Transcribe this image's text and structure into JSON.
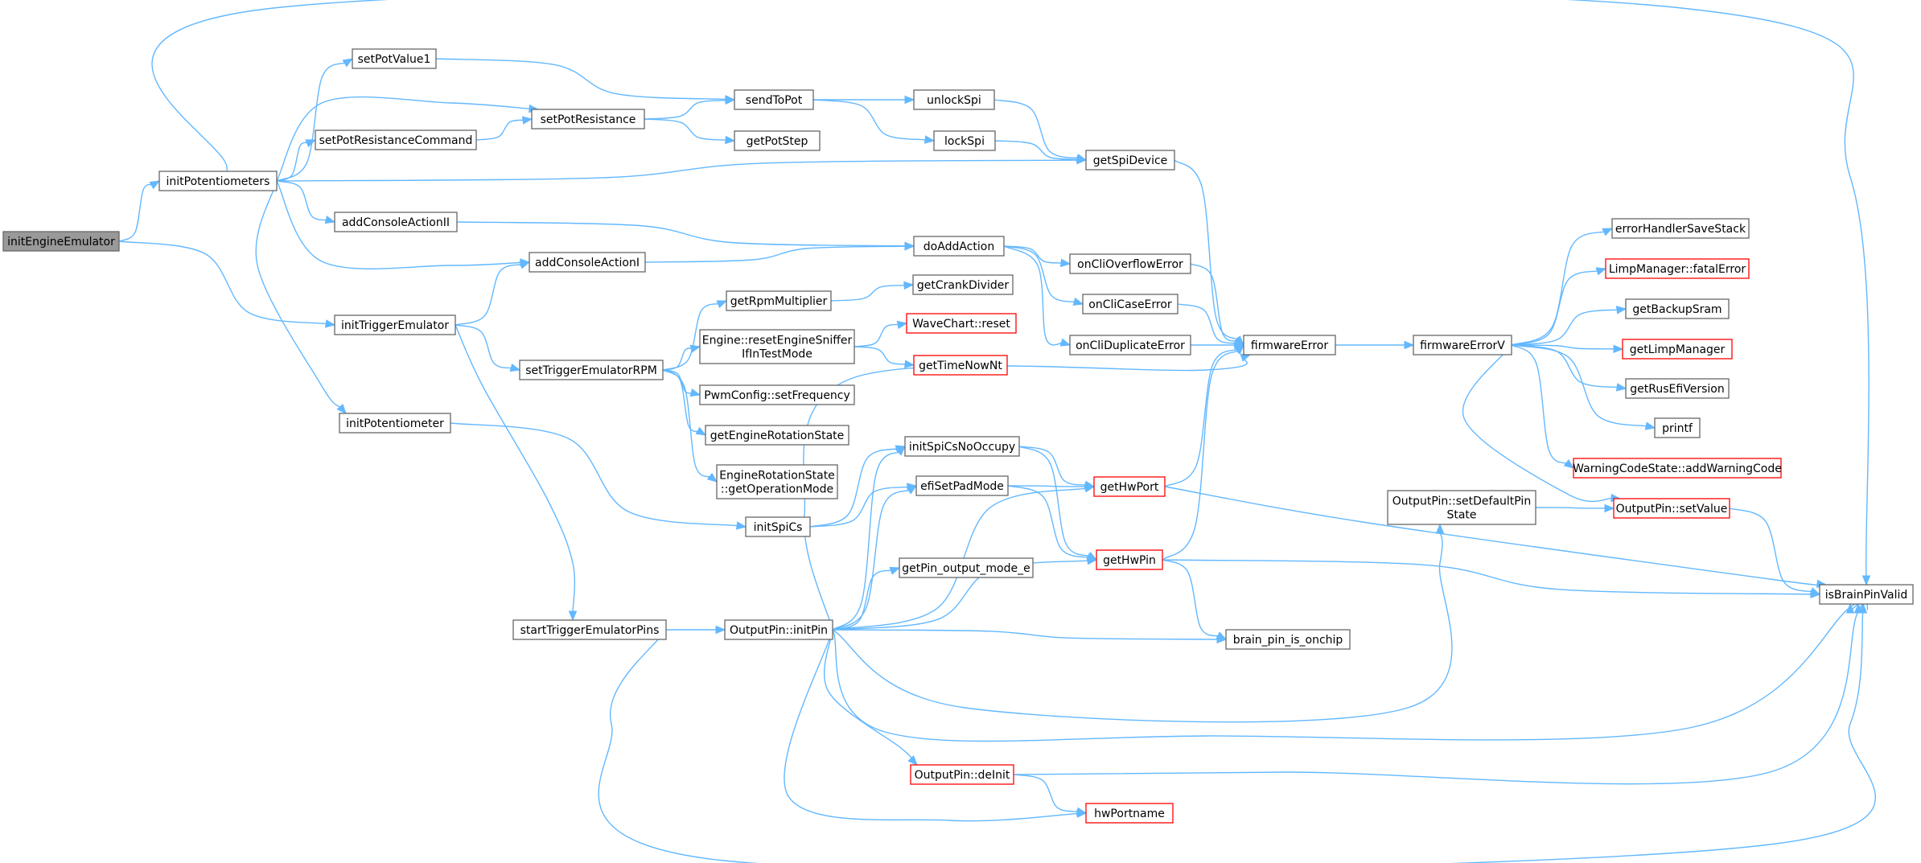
{
  "title": "Call graph of initEngineEmulator",
  "edge_color": "#63b8ff",
  "root_fill": "#999999",
  "external_border": "#ff0000",
  "nodes": [
    {
      "id": "initEngineEmulator",
      "lines": [
        "initEngineEmulator"
      ],
      "kind": "root"
    },
    {
      "id": "initPotentiometers",
      "lines": [
        "initPotentiometers"
      ],
      "kind": "normal"
    },
    {
      "id": "setPotValue1",
      "lines": [
        "setPotValue1"
      ],
      "kind": "normal"
    },
    {
      "id": "setPotResistanceCommand",
      "lines": [
        "setPotResistanceCommand"
      ],
      "kind": "normal"
    },
    {
      "id": "setPotResistance",
      "lines": [
        "setPotResistance"
      ],
      "kind": "normal"
    },
    {
      "id": "sendToPot",
      "lines": [
        "sendToPot"
      ],
      "kind": "normal"
    },
    {
      "id": "getPotStep",
      "lines": [
        "getPotStep"
      ],
      "kind": "normal"
    },
    {
      "id": "unlockSpi",
      "lines": [
        "unlockSpi"
      ],
      "kind": "normal"
    },
    {
      "id": "lockSpi",
      "lines": [
        "lockSpi"
      ],
      "kind": "normal"
    },
    {
      "id": "getSpiDevice",
      "lines": [
        "getSpiDevice"
      ],
      "kind": "normal"
    },
    {
      "id": "addConsoleActionII",
      "lines": [
        "addConsoleActionII"
      ],
      "kind": "normal"
    },
    {
      "id": "addConsoleActionI",
      "lines": [
        "addConsoleActionI"
      ],
      "kind": "normal"
    },
    {
      "id": "doAddAction",
      "lines": [
        "doAddAction"
      ],
      "kind": "normal"
    },
    {
      "id": "onCliOverflowError",
      "lines": [
        "onCliOverflowError"
      ],
      "kind": "normal"
    },
    {
      "id": "onCliCaseError",
      "lines": [
        "onCliCaseError"
      ],
      "kind": "normal"
    },
    {
      "id": "onCliDuplicateError",
      "lines": [
        "onCliDuplicateError"
      ],
      "kind": "normal"
    },
    {
      "id": "firmwareError",
      "lines": [
        "firmwareError"
      ],
      "kind": "normal"
    },
    {
      "id": "firmwareErrorV",
      "lines": [
        "firmwareErrorV"
      ],
      "kind": "normal"
    },
    {
      "id": "initTriggerEmulator",
      "lines": [
        "initTriggerEmulator"
      ],
      "kind": "normal"
    },
    {
      "id": "setTriggerEmulatorRPM",
      "lines": [
        "setTriggerEmulatorRPM"
      ],
      "kind": "normal"
    },
    {
      "id": "getRpmMultiplier",
      "lines": [
        "getRpmMultiplier"
      ],
      "kind": "normal"
    },
    {
      "id": "getCrankDivider",
      "lines": [
        "getCrankDivider"
      ],
      "kind": "normal"
    },
    {
      "id": "resetEngineSniffer",
      "lines": [
        "Engine::resetEngineSniffer",
        "IfInTestMode"
      ],
      "kind": "normal"
    },
    {
      "id": "waveChartReset",
      "lines": [
        "WaveChart::reset"
      ],
      "kind": "external"
    },
    {
      "id": "getTimeNowNt",
      "lines": [
        "getTimeNowNt"
      ],
      "kind": "external"
    },
    {
      "id": "pwmSetFrequency",
      "lines": [
        "PwmConfig::setFrequency"
      ],
      "kind": "normal"
    },
    {
      "id": "getEngineRotationState",
      "lines": [
        "getEngineRotationState"
      ],
      "kind": "normal"
    },
    {
      "id": "getOperationMode",
      "lines": [
        "EngineRotationState",
        "::getOperationMode"
      ],
      "kind": "normal"
    },
    {
      "id": "initPotentiometer",
      "lines": [
        "initPotentiometer"
      ],
      "kind": "normal"
    },
    {
      "id": "initSpiCs",
      "lines": [
        "initSpiCs"
      ],
      "kind": "normal"
    },
    {
      "id": "initSpiCsNoOccupy",
      "lines": [
        "initSpiCsNoOccupy"
      ],
      "kind": "normal"
    },
    {
      "id": "efiSetPadMode",
      "lines": [
        "efiSetPadMode"
      ],
      "kind": "normal"
    },
    {
      "id": "getHwPort",
      "lines": [
        "getHwPort"
      ],
      "kind": "external"
    },
    {
      "id": "getHwPin",
      "lines": [
        "getHwPin"
      ],
      "kind": "external"
    },
    {
      "id": "getPinOutputMode",
      "lines": [
        "getPin_output_mode_e"
      ],
      "kind": "normal"
    },
    {
      "id": "startTriggerEmulatorPins",
      "lines": [
        "startTriggerEmulatorPins"
      ],
      "kind": "normal"
    },
    {
      "id": "outputPinInitPin",
      "lines": [
        "OutputPin::initPin"
      ],
      "kind": "normal"
    },
    {
      "id": "brainPinIsOnchip",
      "lines": [
        "brain_pin_is_onchip"
      ],
      "kind": "normal"
    },
    {
      "id": "outputPinDeInit",
      "lines": [
        "OutputPin::deInit"
      ],
      "kind": "external"
    },
    {
      "id": "hwPortname",
      "lines": [
        "hwPortname"
      ],
      "kind": "external"
    },
    {
      "id": "setDefaultPinState",
      "lines": [
        "OutputPin::setDefaultPin",
        "State"
      ],
      "kind": "normal"
    },
    {
      "id": "outputPinSetValue",
      "lines": [
        "OutputPin::setValue"
      ],
      "kind": "external"
    },
    {
      "id": "errorHandlerSaveStack",
      "lines": [
        "errorHandlerSaveStack"
      ],
      "kind": "normal"
    },
    {
      "id": "limpFatalError",
      "lines": [
        "LimpManager::fatalError"
      ],
      "kind": "external"
    },
    {
      "id": "getBackupSram",
      "lines": [
        "getBackupSram"
      ],
      "kind": "normal"
    },
    {
      "id": "getLimpManager",
      "lines": [
        "getLimpManager"
      ],
      "kind": "external"
    },
    {
      "id": "getRusEfiVersion",
      "lines": [
        "getRusEfiVersion"
      ],
      "kind": "normal"
    },
    {
      "id": "printf",
      "lines": [
        "printf"
      ],
      "kind": "normal"
    },
    {
      "id": "addWarningCode",
      "lines": [
        "WarningCodeState::addWarningCode"
      ],
      "kind": "external"
    },
    {
      "id": "isBrainPinValid",
      "lines": [
        "isBrainPinValid"
      ],
      "kind": "normal"
    }
  ],
  "edges": [
    [
      "initEngineEmulator",
      "initPotentiometers"
    ],
    [
      "initEngineEmulator",
      "initTriggerEmulator"
    ],
    [
      "initPotentiometers",
      "setPotValue1"
    ],
    [
      "initPotentiometers",
      "setPotResistance"
    ],
    [
      "initPotentiometers",
      "setPotResistanceCommand"
    ],
    [
      "initPotentiometers",
      "getSpiDevice"
    ],
    [
      "initPotentiometers",
      "addConsoleActionII"
    ],
    [
      "initPotentiometers",
      "addConsoleActionI"
    ],
    [
      "initPotentiometers",
      "initPotentiometer"
    ],
    [
      "initPotentiometers",
      "isBrainPinValid"
    ],
    [
      "setPotValue1",
      "sendToPot"
    ],
    [
      "setPotResistanceCommand",
      "setPotResistance"
    ],
    [
      "setPotResistance",
      "sendToPot"
    ],
    [
      "setPotResistance",
      "getPotStep"
    ],
    [
      "sendToPot",
      "unlockSpi"
    ],
    [
      "sendToPot",
      "lockSpi"
    ],
    [
      "unlockSpi",
      "getSpiDevice"
    ],
    [
      "lockSpi",
      "getSpiDevice"
    ],
    [
      "getSpiDevice",
      "firmwareError"
    ],
    [
      "addConsoleActionII",
      "doAddAction"
    ],
    [
      "addConsoleActionI",
      "doAddAction"
    ],
    [
      "doAddAction",
      "onCliOverflowError"
    ],
    [
      "doAddAction",
      "onCliCaseError"
    ],
    [
      "doAddAction",
      "onCliDuplicateError"
    ],
    [
      "onCliOverflowError",
      "firmwareError"
    ],
    [
      "onCliCaseError",
      "firmwareError"
    ],
    [
      "onCliDuplicateError",
      "firmwareError"
    ],
    [
      "firmwareError",
      "firmwareErrorV"
    ],
    [
      "firmwareErrorV",
      "errorHandlerSaveStack"
    ],
    [
      "firmwareErrorV",
      "limpFatalError"
    ],
    [
      "firmwareErrorV",
      "getBackupSram"
    ],
    [
      "firmwareErrorV",
      "getLimpManager"
    ],
    [
      "firmwareErrorV",
      "getRusEfiVersion"
    ],
    [
      "firmwareErrorV",
      "printf"
    ],
    [
      "firmwareErrorV",
      "addWarningCode"
    ],
    [
      "firmwareErrorV",
      "outputPinSetValue"
    ],
    [
      "initTriggerEmulator",
      "addConsoleActionI"
    ],
    [
      "initTriggerEmulator",
      "setTriggerEmulatorRPM"
    ],
    [
      "initTriggerEmulator",
      "startTriggerEmulatorPins"
    ],
    [
      "setTriggerEmulatorRPM",
      "getRpmMultiplier"
    ],
    [
      "setTriggerEmulatorRPM",
      "resetEngineSniffer"
    ],
    [
      "setTriggerEmulatorRPM",
      "pwmSetFrequency"
    ],
    [
      "setTriggerEmulatorRPM",
      "getEngineRotationState"
    ],
    [
      "setTriggerEmulatorRPM",
      "getOperationMode"
    ],
    [
      "getRpmMultiplier",
      "getCrankDivider"
    ],
    [
      "resetEngineSniffer",
      "waveChartReset"
    ],
    [
      "resetEngineSniffer",
      "getTimeNowNt"
    ],
    [
      "initPotentiometer",
      "initSpiCs"
    ],
    [
      "initSpiCs",
      "initSpiCsNoOccupy"
    ],
    [
      "initSpiCs",
      "efiSetPadMode"
    ],
    [
      "initSpiCsNoOccupy",
      "getHwPort"
    ],
    [
      "initSpiCsNoOccupy",
      "getHwPin"
    ],
    [
      "efiSetPadMode",
      "getHwPort"
    ],
    [
      "efiSetPadMode",
      "getHwPin"
    ],
    [
      "getHwPort",
      "firmwareError"
    ],
    [
      "getHwPort",
      "isBrainPinValid"
    ],
    [
      "getHwPin",
      "firmwareError"
    ],
    [
      "getHwPin",
      "isBrainPinValid"
    ],
    [
      "getHwPin",
      "brainPinIsOnchip"
    ],
    [
      "startTriggerEmulatorPins",
      "outputPinInitPin"
    ],
    [
      "startTriggerEmulatorPins",
      "isBrainPinValid"
    ],
    [
      "outputPinInitPin",
      "firmwareError"
    ],
    [
      "outputPinInitPin",
      "initSpiCsNoOccupy"
    ],
    [
      "outputPinInitPin",
      "efiSetPadMode"
    ],
    [
      "outputPinInitPin",
      "getHwPort"
    ],
    [
      "outputPinInitPin",
      "getPinOutputMode"
    ],
    [
      "outputPinInitPin",
      "getHwPin"
    ],
    [
      "outputPinInitPin",
      "brainPinIsOnchip"
    ],
    [
      "outputPinInitPin",
      "setDefaultPinState"
    ],
    [
      "outputPinInitPin",
      "isBrainPinValid"
    ],
    [
      "outputPinInitPin",
      "outputPinDeInit"
    ],
    [
      "outputPinInitPin",
      "hwPortname"
    ],
    [
      "outputPinDeInit",
      "hwPortname"
    ],
    [
      "outputPinDeInit",
      "isBrainPinValid"
    ],
    [
      "setDefaultPinState",
      "outputPinSetValue"
    ],
    [
      "outputPinSetValue",
      "isBrainPinValid"
    ]
  ]
}
